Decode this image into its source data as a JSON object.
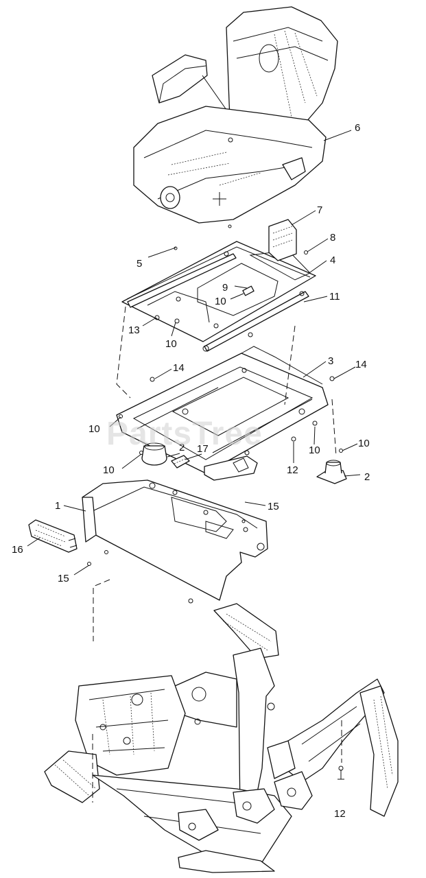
{
  "watermark": "PartsTree",
  "callouts": [
    {
      "id": "c6",
      "label": "6"
    },
    {
      "id": "c7",
      "label": "7"
    },
    {
      "id": "c8",
      "label": "8"
    },
    {
      "id": "c5",
      "label": "5"
    },
    {
      "id": "c4",
      "label": "4"
    },
    {
      "id": "c9",
      "label": "9"
    },
    {
      "id": "c10a",
      "label": "10"
    },
    {
      "id": "c11",
      "label": "11"
    },
    {
      "id": "c13",
      "label": "13"
    },
    {
      "id": "c10b",
      "label": "10"
    },
    {
      "id": "c3",
      "label": "3"
    },
    {
      "id": "c14a",
      "label": "14"
    },
    {
      "id": "c14b",
      "label": "14"
    },
    {
      "id": "c10c",
      "label": "10"
    },
    {
      "id": "c10d",
      "label": "10"
    },
    {
      "id": "c2a",
      "label": "2"
    },
    {
      "id": "c17",
      "label": "17"
    },
    {
      "id": "c10e",
      "label": "10"
    },
    {
      "id": "c10f",
      "label": "10"
    },
    {
      "id": "c12a",
      "label": "12"
    },
    {
      "id": "c2b",
      "label": "2"
    },
    {
      "id": "c1",
      "label": "1"
    },
    {
      "id": "c15a",
      "label": "15"
    },
    {
      "id": "c16",
      "label": "16"
    },
    {
      "id": "c15b",
      "label": "15"
    },
    {
      "id": "c12b",
      "label": "12"
    }
  ]
}
